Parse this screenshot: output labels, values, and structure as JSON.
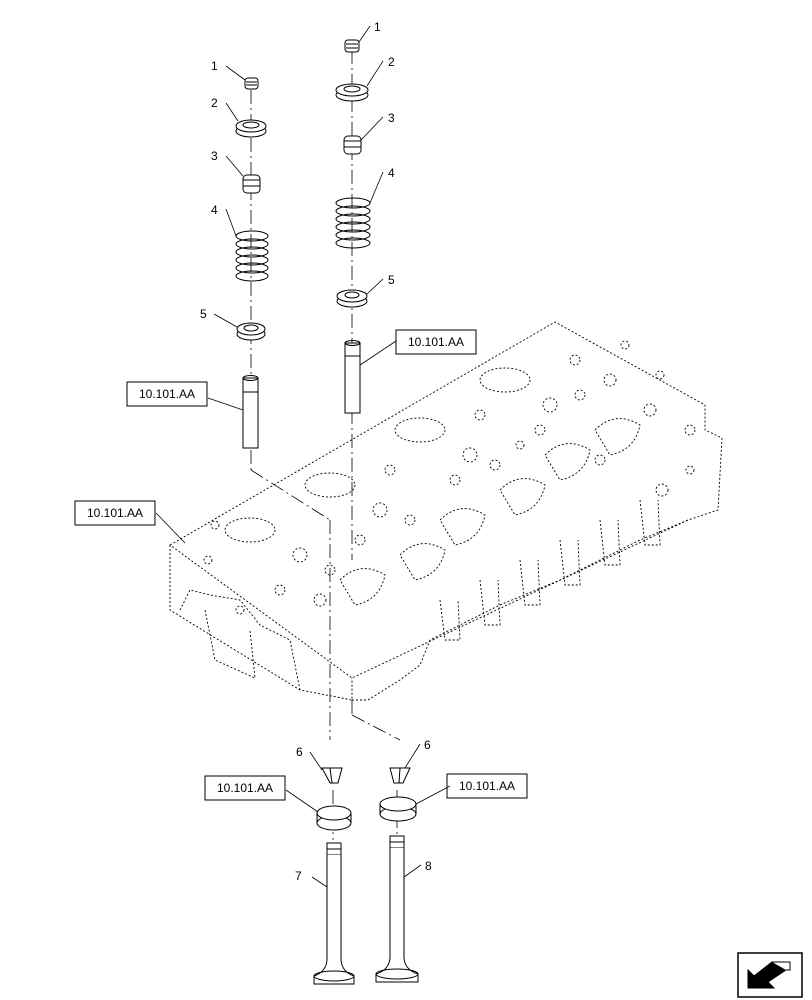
{
  "callouts": {
    "left": {
      "keeper": "1",
      "retainer": "2",
      "seal": "3",
      "spring": "4",
      "seat": "5",
      "collet": "6",
      "valve": "7"
    },
    "right": {
      "keeper": "1",
      "retainer": "2",
      "seal": "3",
      "spring": "4",
      "seat": "5",
      "collet": "6",
      "valve": "8"
    }
  },
  "references": {
    "guide_left": "10.101.AA",
    "guide_right": "10.101.AA",
    "cylinder_head": "10.101.AA",
    "insert_left": "10.101.AA",
    "insert_right": "10.101.AA"
  },
  "nav_icon": "next-page-arrow-icon"
}
